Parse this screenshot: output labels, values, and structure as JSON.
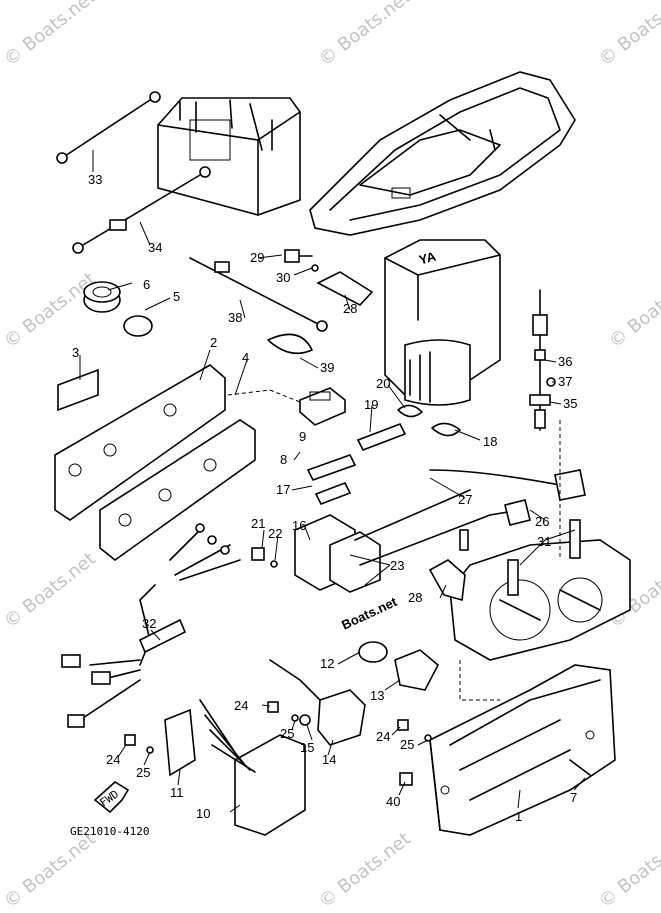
{
  "watermark": "© Boats.net",
  "center_watermark": "Boats.net",
  "diagram_code": "GE21010-4120",
  "fwd_label": "FWD",
  "callouts": {
    "c1": "1",
    "c2": "2",
    "c3": "3",
    "c4": "4",
    "c5": "5",
    "c6": "6",
    "c7": "7",
    "c8": "8",
    "c9": "9",
    "c10": "10",
    "c11": "11",
    "c12": "12",
    "c13": "13",
    "c14": "14",
    "c15": "15",
    "c16": "16",
    "c17": "17",
    "c18": "18",
    "c19": "19",
    "c20": "20",
    "c21": "21",
    "c22": "22",
    "c23": "23",
    "c24a": "24",
    "c24b": "24",
    "c24c": "24",
    "c25a": "25",
    "c25b": "25",
    "c25c": "25",
    "c26": "26",
    "c27": "27",
    "c28a": "28",
    "c28b": "28",
    "c29": "29",
    "c30": "30",
    "c31": "31",
    "c32": "32",
    "c33": "33",
    "c34": "34",
    "c35": "35",
    "c36": "36",
    "c37": "37",
    "c38": "38",
    "c39": "39",
    "c40": "40"
  }
}
